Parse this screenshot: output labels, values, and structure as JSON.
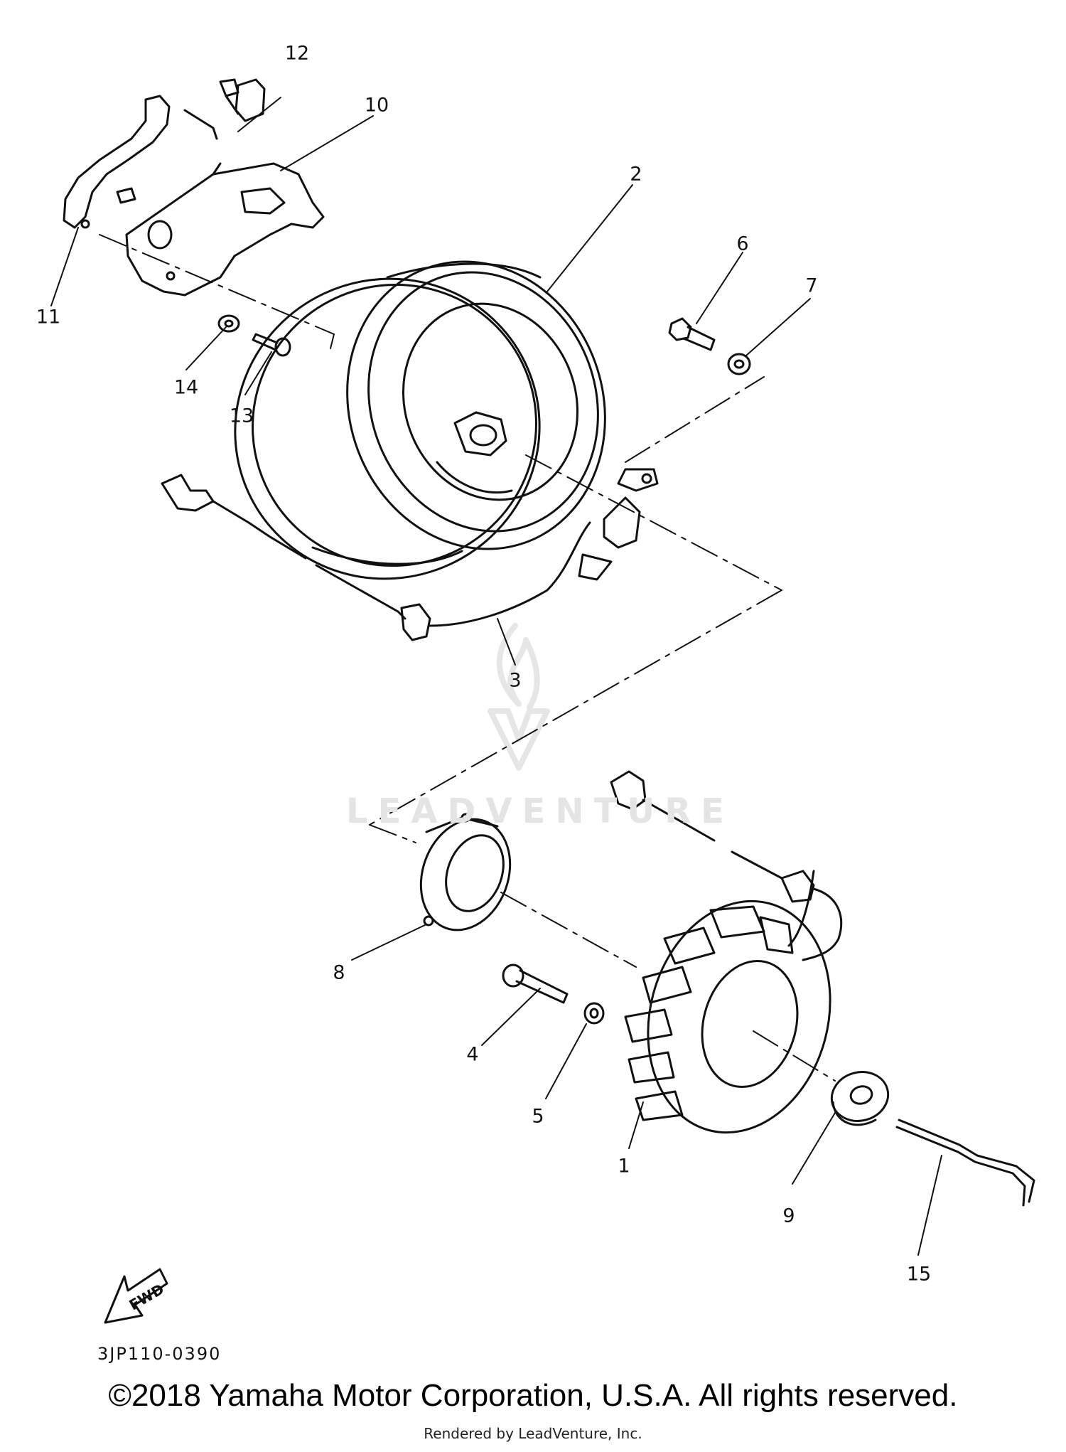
{
  "diagram": {
    "callouts": [
      {
        "id": "1",
        "label": "1"
      },
      {
        "id": "2",
        "label": "2"
      },
      {
        "id": "3",
        "label": "3"
      },
      {
        "id": "4",
        "label": "4"
      },
      {
        "id": "5",
        "label": "5"
      },
      {
        "id": "6",
        "label": "6"
      },
      {
        "id": "7",
        "label": "7"
      },
      {
        "id": "8",
        "label": "8"
      },
      {
        "id": "9",
        "label": "9"
      },
      {
        "id": "10",
        "label": "10"
      },
      {
        "id": "11",
        "label": "11"
      },
      {
        "id": "12",
        "label": "12"
      },
      {
        "id": "13",
        "label": "13"
      },
      {
        "id": "14",
        "label": "14"
      },
      {
        "id": "15",
        "label": "15"
      }
    ],
    "fwd_label": "FWD",
    "drawing_code": "3JP110-0390",
    "watermark": "LEADVENTURE",
    "copyright": "©2018 Yamaha Motor Corporation, U.S.A. All rights reserved.",
    "rendered_by": "Rendered by LeadVenture, Inc."
  }
}
